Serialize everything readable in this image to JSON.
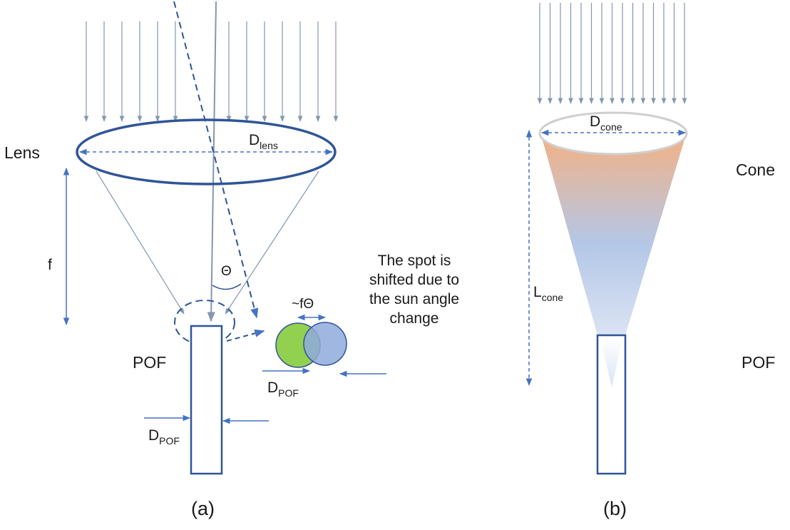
{
  "colors": {
    "lens": "#2f5597",
    "arrow": "#8497b0",
    "ray": "#4472c4",
    "green_spot": "#92d050",
    "blue_spot": "#8faadc",
    "cone_top": "#f4b183",
    "cone_mid": "#b4c7e7",
    "cone_bottom": "#dae3f3",
    "cone_rim": "#d0cece"
  },
  "panel_a": {
    "lens_label": "Lens",
    "d_lens": {
      "main": "D",
      "sub": "lens"
    },
    "focal_label": "f",
    "theta_label": "Θ",
    "shift_label": "~fΘ",
    "pof_label": "POF",
    "d_pof_spot": {
      "main": "D",
      "sub": "POF"
    },
    "d_pof_fiber": {
      "main": "D",
      "sub": "POF"
    },
    "note_lines": [
      "The spot is",
      "shifted due to",
      "the sun angle",
      "change"
    ],
    "caption": "(a)"
  },
  "panel_b": {
    "cone_label": "Cone",
    "d_cone": {
      "main": "D",
      "sub": "cone"
    },
    "l_cone": {
      "main": "L",
      "sub": "cone"
    },
    "pof_label": "POF",
    "caption": "(b)"
  }
}
